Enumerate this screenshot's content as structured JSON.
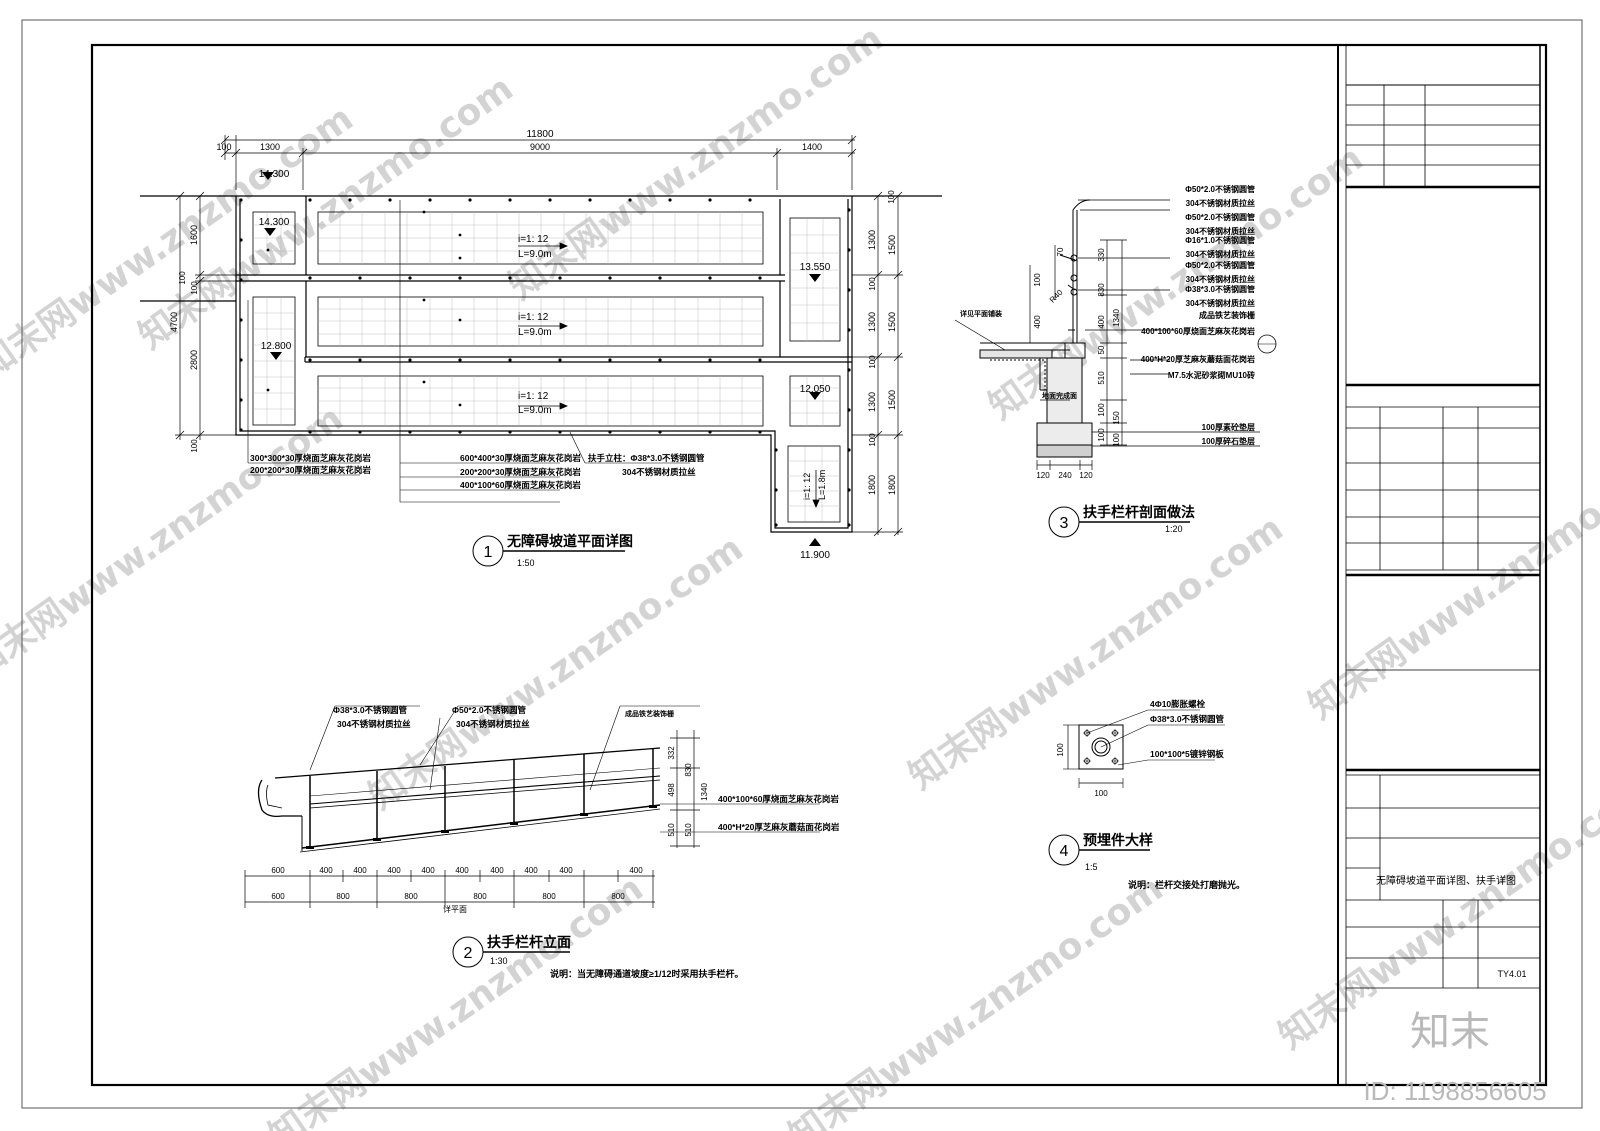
{
  "detail1": {
    "title": "无障碍坡道平面详图",
    "scale": "1:50",
    "num": "1",
    "dims_top": {
      "total": "11800",
      "d1": "100",
      "d2": "1300",
      "d3": "9000",
      "d4": "1400"
    },
    "dims_left": {
      "total": "4700",
      "a": "1600",
      "b": "100",
      "c": "100",
      "d": "2800",
      "e": "100"
    },
    "dims_right_inner": [
      "100",
      "1300",
      "100",
      "1300",
      "100",
      "1300",
      "100",
      "1800"
    ],
    "dims_right_outer": [
      "1500",
      "1500",
      "1500",
      "1800"
    ],
    "elevations": [
      "14.300",
      "14.300",
      "13.550",
      "12.800",
      "12.050",
      "11.900"
    ],
    "ramps": [
      {
        "slope": "i=1: 12",
        "length": "L=9.0m"
      },
      {
        "slope": "i=1: 12",
        "length": "L=9.0m"
      },
      {
        "slope": "i=1: 12",
        "length": "L=9.0m"
      }
    ],
    "side_ramp": {
      "slope": "i=1: 12",
      "length": "L=1.8m"
    },
    "notes": [
      "300*300*30厚烧面芝麻灰花岗岩",
      "200*200*30厚烧面芝麻灰花岗岩",
      "600*400*30厚烧面芝麻灰花岗岩",
      "200*200*30厚烧面芝麻灰花岗岩",
      "400*100*60厚烧面芝麻灰花岗岩",
      "扶手立柱：Φ38*3.0不锈钢圆管",
      "304不锈钢材质拉丝"
    ]
  },
  "detail2": {
    "title": "扶手栏杆立面",
    "scale": "1:30",
    "num": "2",
    "labels": [
      "Φ38*3.0不锈钢圆管",
      "304不锈钢材质拉丝",
      "Φ50*2.0不锈钢圆管",
      "304不锈钢材质拉丝",
      "成品铁艺装饰栅",
      "400*100*60厚烧面芝麻灰花岗岩",
      "400*H*20厚芝麻灰蘑菇面花岗岩"
    ],
    "dims_right": [
      "332",
      "498",
      "830",
      "1340",
      "510",
      "510"
    ],
    "dims_bottom_row1": [
      "600",
      "400",
      "400",
      "400",
      "400",
      "400",
      "400",
      "400",
      "400",
      "400"
    ],
    "dims_bottom_row2": [
      "600",
      "800",
      "800",
      "800",
      "800",
      "800"
    ],
    "bottom_caption": "详平面",
    "note": "说明：当无障碍通道坡度≥1/12时采用扶手栏杆。"
  },
  "detail3": {
    "title": "扶手栏杆剖面做法",
    "scale": "1:20",
    "num": "3",
    "labels": [
      "Φ50*2.0不锈钢圆管",
      "304不锈钢材质拉丝",
      "Φ50*2.0不锈钢圆管",
      "304不锈钢材质拉丝",
      "Φ16*1.0不锈钢圆管",
      "304不锈钢材质拉丝",
      "成品铁艺装饰栅",
      "Φ50*2.0不锈钢圆管",
      "304不锈钢材质拉丝",
      "Φ38*3.0不锈钢圆管",
      "304不锈钢材质拉丝",
      "400*100*60厚烧面芝麻灰花岗岩",
      "400*H*20厚芝麻灰蘑菇面花岗岩",
      "M7.5水泥砂浆砌MU10砖",
      "100厚素砼垫层",
      "100厚碎石垫层"
    ],
    "left_label": "详见平面铺装",
    "mid_label": "地面完成面",
    "r_label": "R40",
    "dims_v": [
      "330",
      "830",
      "1340",
      "400",
      "50",
      "510",
      "100",
      "150",
      "100",
      "100"
    ],
    "dims_b": [
      "120",
      "240",
      "120"
    ],
    "dims_small": [
      "70",
      "100",
      "400"
    ]
  },
  "detail4": {
    "title": "预埋件大样",
    "scale": "1:5",
    "num": "4",
    "labels": [
      "4Φ10膨胀螺栓",
      "Φ38*3.0不锈钢圆管",
      "100*100*5镀锌钢板"
    ],
    "dims": [
      "100",
      "100"
    ],
    "note": "说明：栏杆交接处打磨抛光。"
  },
  "titleblock": {
    "drawing_title": "无障碍坡道平面详图、扶手详图",
    "drawing_no": "TY4.01"
  },
  "watermark": {
    "text": "知末网www.znzmo.com",
    "logo": "知末",
    "id": "ID: 1198856605"
  }
}
